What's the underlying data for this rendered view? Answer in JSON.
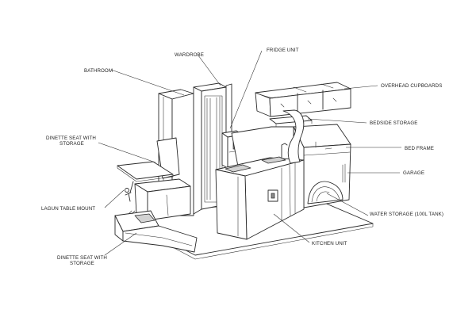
{
  "labels": {
    "wardrobe": "WARDROBE",
    "fridge_unit": "FRIDGE UNIT",
    "bathroom": "BATHROOM",
    "overhead_cupboards": "OVERHEAD CUPBOARDS",
    "bedside_storage": "BEDSIDE STORAGE",
    "dinette_seat_top_line1": "DINETTE SEAT WITH",
    "dinette_seat_top_line2": "STORAGE",
    "bed_frame": "BED FRAME",
    "garage": "GARAGE",
    "lagun_table_mount": "LAGUN TABLE MOUNT",
    "water_storage": "WATER STORAGE (100L TANK)",
    "kitchen_unit": "KITCHEN UNIT",
    "dinette_seat_bottom_line1": "DINETTE SEAT WITH",
    "dinette_seat_bottom_line2": "STORAGE"
  }
}
